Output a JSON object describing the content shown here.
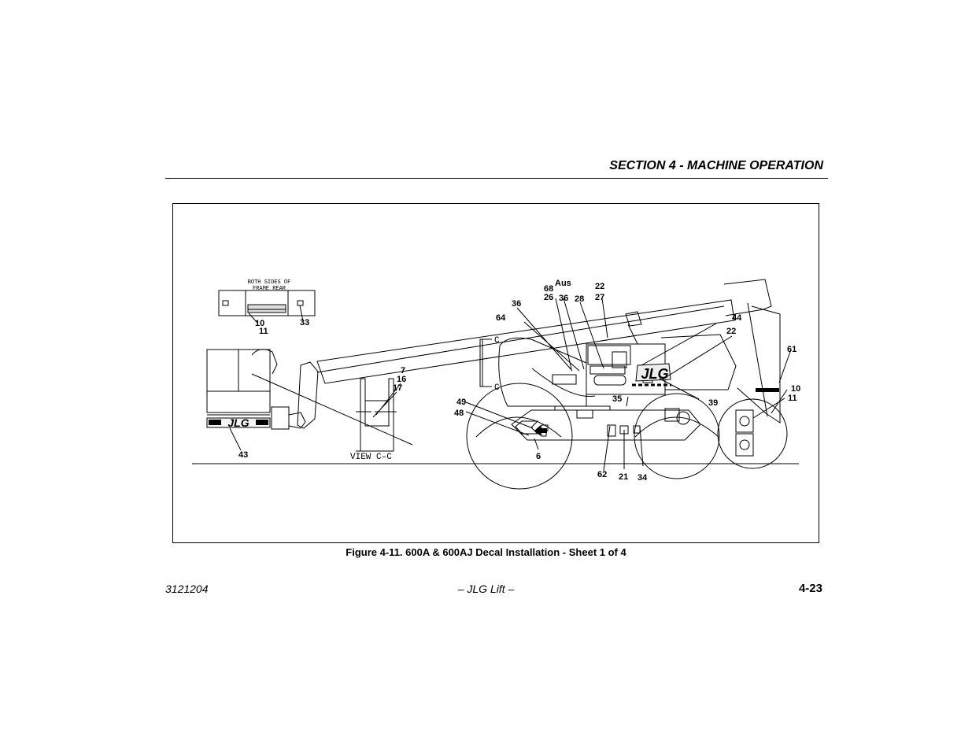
{
  "header": {
    "section_title": "SECTION 4 - MACHINE OPERATION"
  },
  "figure": {
    "caption": "Figure 4-11. 600A & 600AJ Decal Installation - Sheet 1 of 4",
    "inset_note_line1": "BOTH SIDES OF",
    "inset_note_line2": "FRAME REAR",
    "view_label": "VIEW C–C",
    "section_mark_top": "C",
    "section_mark_bottom": "C",
    "platform_logo": "JLG",
    "side_logo": "JLG",
    "callouts": {
      "inset_10": "10",
      "inset_11": "11",
      "inset_33": "33",
      "c43": "43",
      "view_7": "7",
      "view_16": "16",
      "view_17": "17",
      "c36a": "36",
      "c64": "64",
      "c68": "68",
      "aus": "Aus",
      "c26": "26",
      "c36b": "36",
      "c28": "28",
      "c22a": "22",
      "c27": "27",
      "c44": "44",
      "c22b": "22",
      "c61": "61",
      "c10": "10",
      "c11": "11",
      "c49": "49",
      "c48": "48",
      "c6": "6",
      "c35": "35",
      "c39": "39",
      "c62": "62",
      "c21": "21",
      "c34": "34"
    }
  },
  "footer": {
    "doc_number": "3121204",
    "center_text": "– JLG Lift –",
    "page_number": "4-23"
  }
}
